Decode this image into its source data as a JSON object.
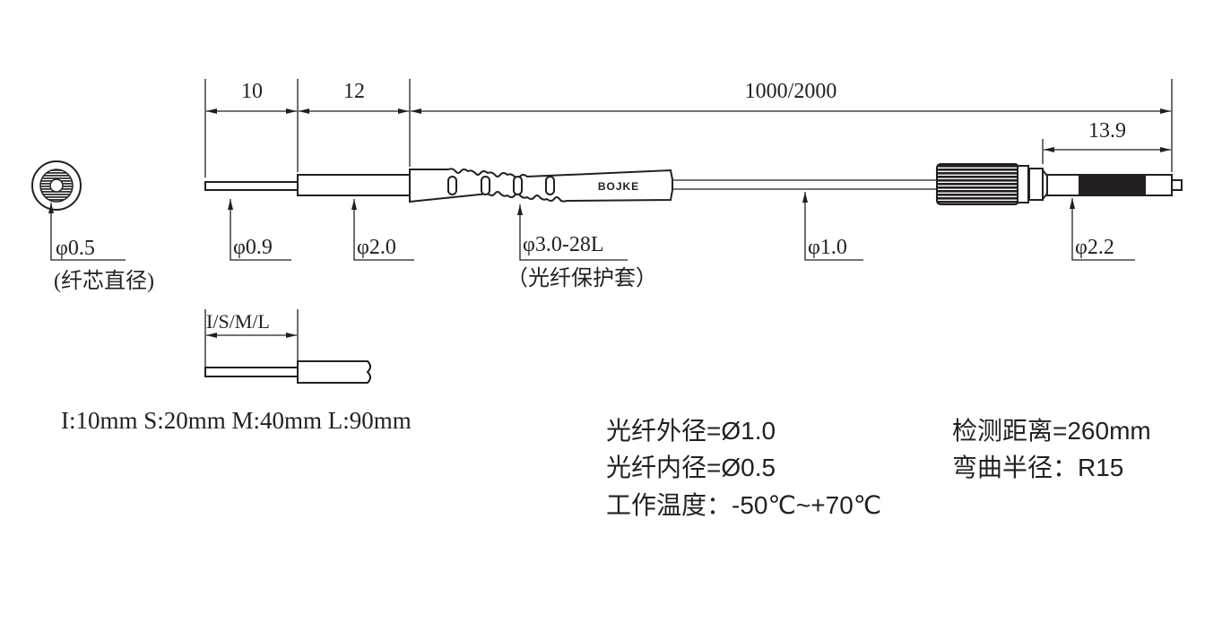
{
  "dimensions": {
    "tip_length": "10",
    "sleeve_length": "12",
    "cable_length": "1000/2000",
    "probe_length": "13.9",
    "options_label": "I/S/M/L"
  },
  "leaders": {
    "core_dia": "φ0.5",
    "core_note": "(纤芯直径)",
    "tip_dia": "φ0.9",
    "sleeve_dia": "φ2.0",
    "sheath_dia": "φ3.0-28L",
    "sheath_note": "（光纤保护套）",
    "cable_dia": "φ1.0",
    "probe_dia": "φ2.2"
  },
  "brand": "BOJKE",
  "options_text": "I:10mm S:20mm M:40mm L:90mm",
  "specs": {
    "outer_dia": "光纤外径=Ø1.0",
    "inner_dia": "光纤内径=Ø0.5",
    "temp": "工作温度：-50℃~+70℃",
    "distance": "检测距离=260mm",
    "bend_radius": "弯曲半径：R15"
  }
}
